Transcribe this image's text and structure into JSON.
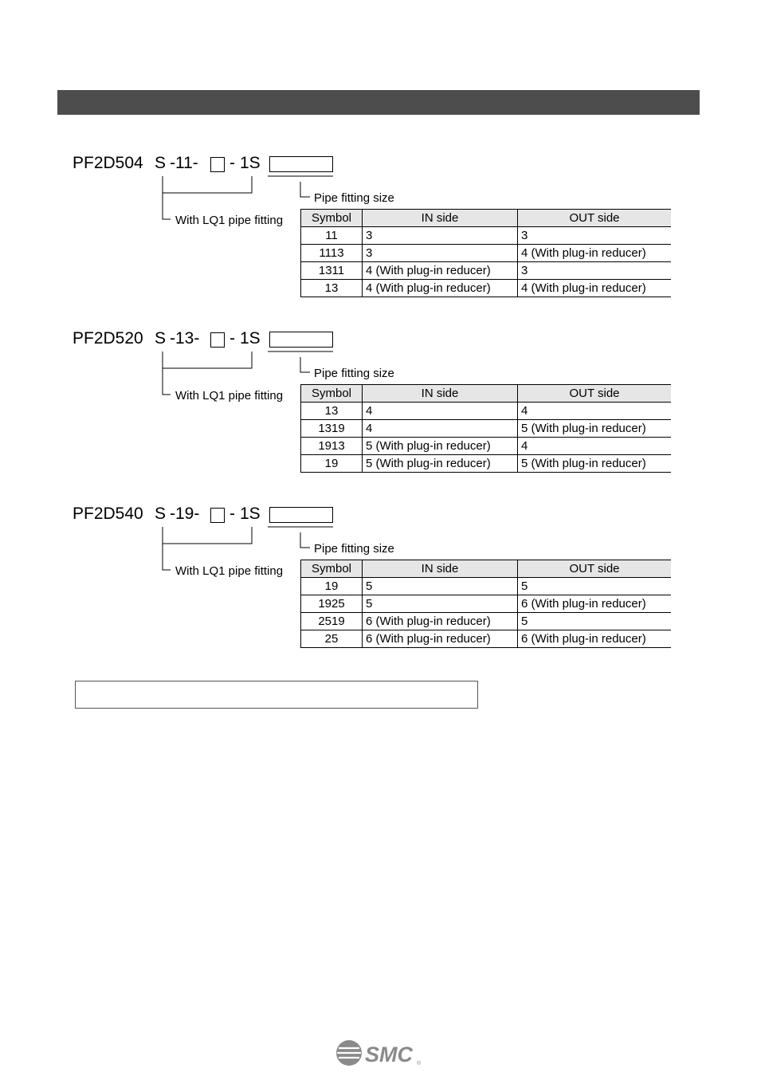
{
  "sections": [
    {
      "model": "PF2D504",
      "s_letter": "S",
      "code": "-11-",
      "dash": "-",
      "suffix": "1S",
      "label_lq1": "With LQ1 pipe fitting",
      "label_pipe": "Pipe fitting size",
      "headers": [
        "Symbol",
        "IN side",
        "OUT side"
      ],
      "rows": [
        {
          "symbol": "11",
          "in": "3",
          "out": "3"
        },
        {
          "symbol": "1113",
          "in": "3",
          "out": "4 (With plug-in reducer)"
        },
        {
          "symbol": "1311",
          "in": "4 (With plug-in reducer)",
          "out": "3"
        },
        {
          "symbol": "13",
          "in": "4 (With plug-in reducer)",
          "out": "4 (With plug-in reducer)"
        }
      ]
    },
    {
      "model": "PF2D520",
      "s_letter": "S",
      "code": "-13-",
      "dash": "-",
      "suffix": "1S",
      "label_lq1": "With LQ1 pipe fitting",
      "label_pipe": "Pipe fitting size",
      "headers": [
        "Symbol",
        "IN side",
        "OUT side"
      ],
      "rows": [
        {
          "symbol": "13",
          "in": "4",
          "out": "4"
        },
        {
          "symbol": "1319",
          "in": "4",
          "out": "5 (With plug-in reducer)"
        },
        {
          "symbol": "1913",
          "in": "5 (With plug-in reducer)",
          "out": "4"
        },
        {
          "symbol": "19",
          "in": "5 (With plug-in reducer)",
          "out": "5 (With plug-in reducer)"
        }
      ]
    },
    {
      "model": "PF2D540",
      "s_letter": "S",
      "code": "-19-",
      "dash": "-",
      "suffix": "1S",
      "label_lq1": "With LQ1 pipe fitting",
      "label_pipe": "Pipe fitting size",
      "headers": [
        "Symbol",
        "IN side",
        "OUT side"
      ],
      "rows": [
        {
          "symbol": "19",
          "in": "5",
          "out": "5"
        },
        {
          "symbol": "1925",
          "in": "5",
          "out": "6 (With plug-in reducer)"
        },
        {
          "symbol": "2519",
          "in": "6 (With plug-in reducer)",
          "out": "5"
        },
        {
          "symbol": "25",
          "in": "6 (With plug-in reducer)",
          "out": "6 (With plug-in reducer)"
        }
      ]
    }
  ],
  "footer": {
    "logo_text": "SMC",
    "logo_mark": "®"
  }
}
